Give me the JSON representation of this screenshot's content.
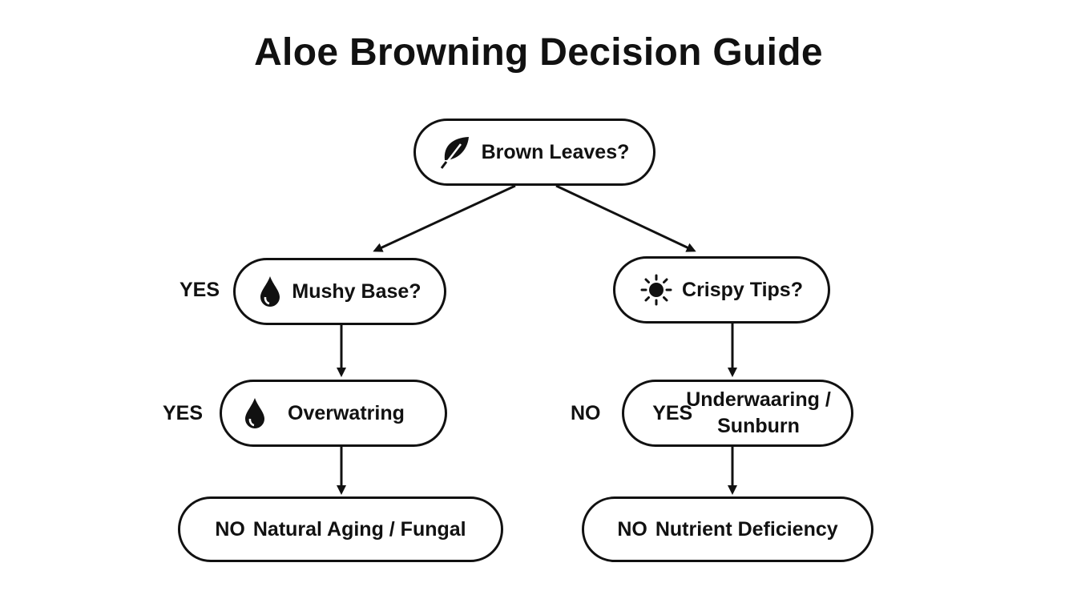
{
  "title": "Aloe Browning Decision Guide",
  "nodes": {
    "root": {
      "label": "Brown Leaves?",
      "icon": "leaf-icon"
    },
    "mushy": {
      "label": "Mushy Base?",
      "icon": "water-drop-icon"
    },
    "crispy": {
      "label": "Crispy Tips?",
      "icon": "sun-icon"
    },
    "overwatering": {
      "label": "Overwatring",
      "icon": "water-drop-icon"
    },
    "underwatering": {
      "inline_label": "YES",
      "line1": "Underwaaring /",
      "line2": "Sunburn"
    },
    "aging": {
      "tag": "NO",
      "label": "Natural Aging / Fungal"
    },
    "nutrient": {
      "tag": "NO",
      "label": "Nutrient Deficiency"
    }
  },
  "edge_labels": {
    "mushy_yes": "YES",
    "overwatering_yes": "YES",
    "underwatering_no": "NO"
  },
  "colors": {
    "ink": "#111111",
    "background": "#ffffff"
  }
}
